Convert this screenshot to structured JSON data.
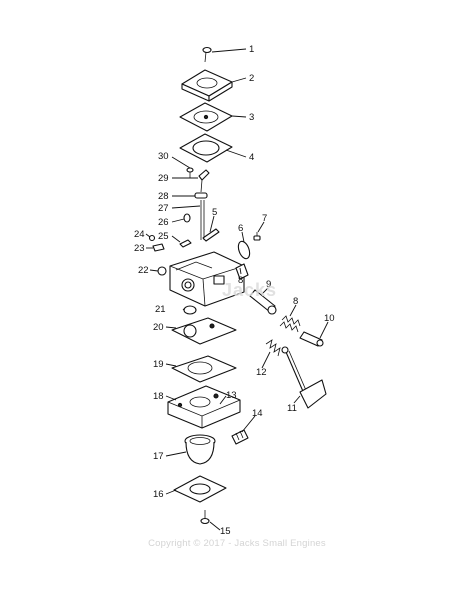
{
  "diagram": {
    "part_numbers": [
      "1",
      "2",
      "3",
      "4",
      "5",
      "6",
      "7",
      "8",
      "9",
      "10",
      "11",
      "12",
      "13",
      "14",
      "15",
      "16",
      "17",
      "18",
      "19",
      "20",
      "21",
      "22",
      "23",
      "24",
      "25",
      "26",
      "27",
      "28",
      "29",
      "30"
    ],
    "watermark": "Jacks",
    "copyright": "Copyright © 2017 - Jacks Small Engines"
  }
}
